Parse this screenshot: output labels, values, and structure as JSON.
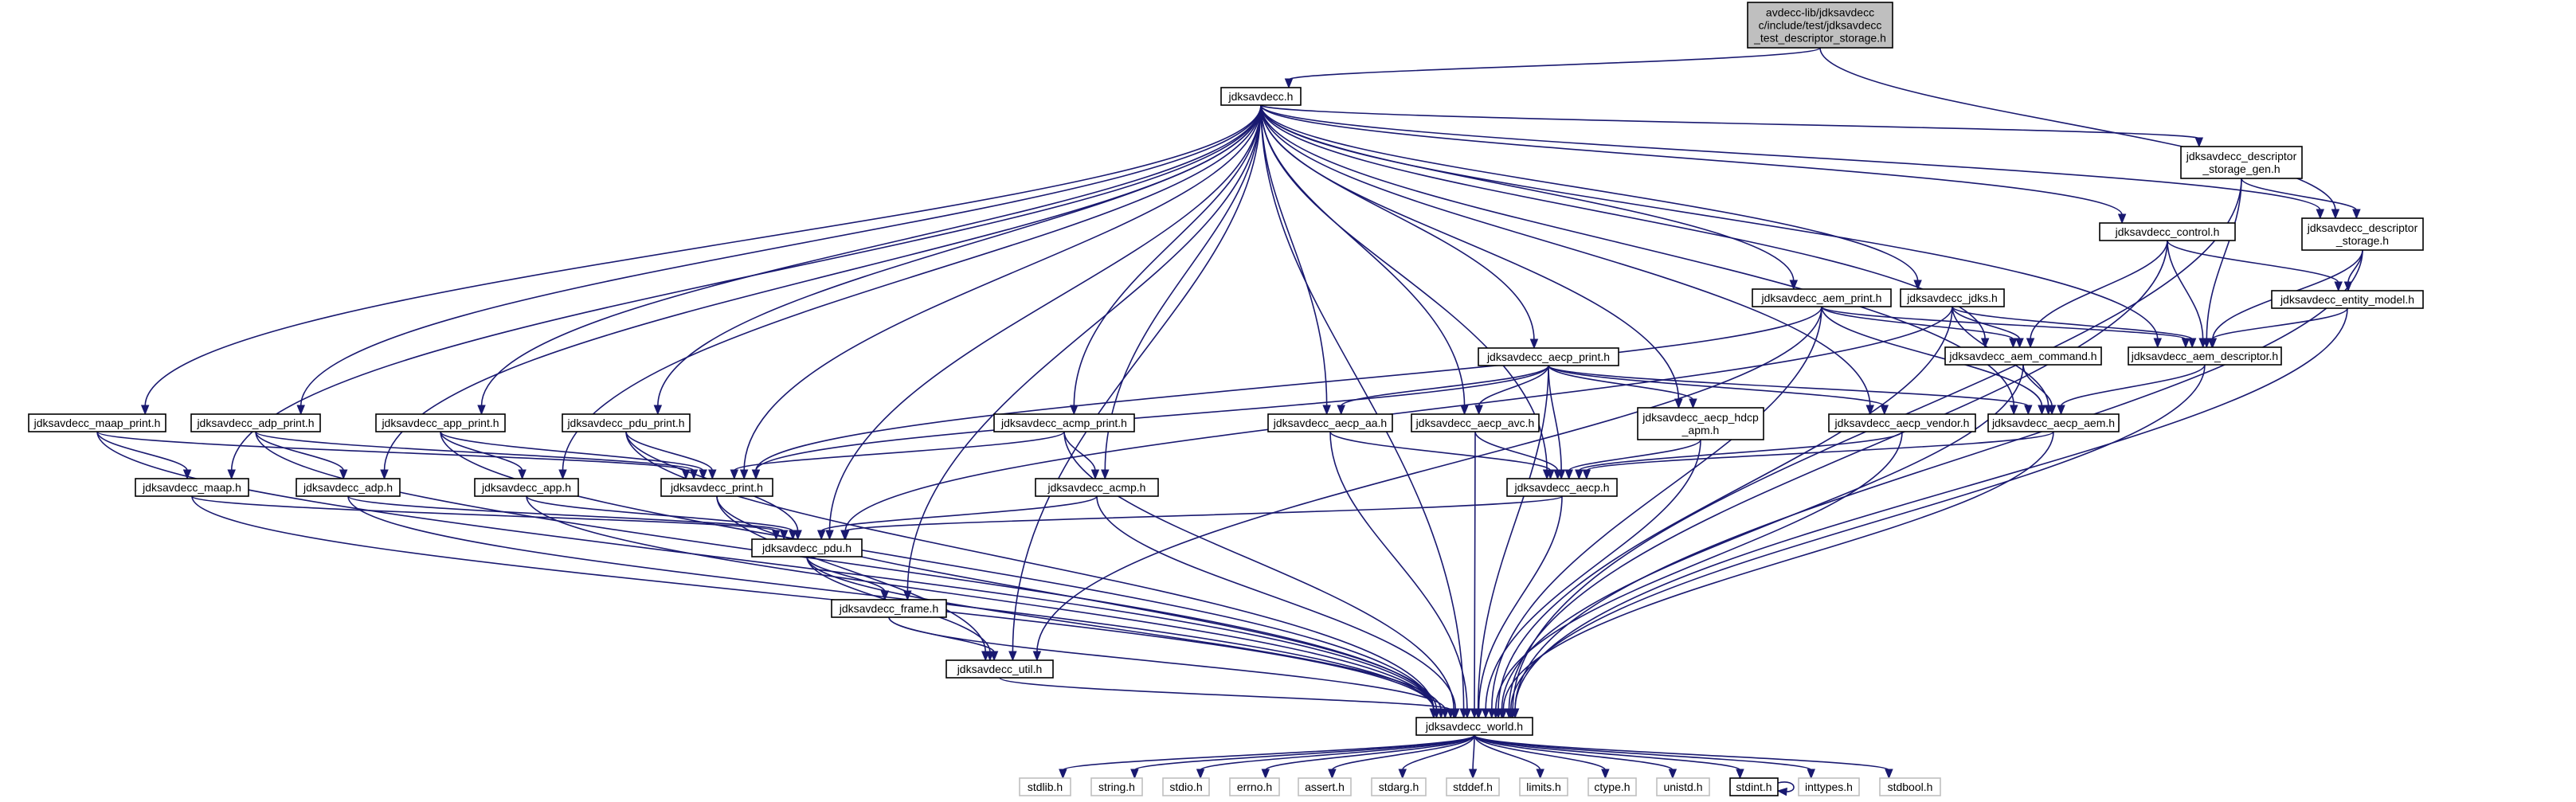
{
  "nodes": [
    {
      "id": "root",
      "lines": [
        "avdecc-lib/jdksavdecc",
        "c/include/test/jdksavdecc",
        "_test_descriptor_storage.h"
      ],
      "style": "root"
    },
    {
      "id": "jdksavdecc",
      "lines": [
        "jdksavdecc.h"
      ]
    },
    {
      "id": "descriptor_storage_gen",
      "lines": [
        "jdksavdecc_descriptor",
        "_storage_gen.h"
      ]
    },
    {
      "id": "descriptor_storage",
      "lines": [
        "jdksavdecc_descriptor",
        "_storage.h"
      ]
    },
    {
      "id": "control",
      "lines": [
        "jdksavdecc_control.h"
      ]
    },
    {
      "id": "entity_model",
      "lines": [
        "jdksavdecc_entity_model.h"
      ]
    },
    {
      "id": "aem_print",
      "lines": [
        "jdksavdecc_aem_print.h"
      ]
    },
    {
      "id": "jdks",
      "lines": [
        "jdksavdecc_jdks.h"
      ]
    },
    {
      "id": "aem_command",
      "lines": [
        "jdksavdecc_aem_command.h"
      ]
    },
    {
      "id": "aem_descriptor",
      "lines": [
        "jdksavdecc_aem_descriptor.h"
      ]
    },
    {
      "id": "aecp_print",
      "lines": [
        "jdksavdecc_aecp_print.h"
      ]
    },
    {
      "id": "maap_print",
      "lines": [
        "jdksavdecc_maap_print.h"
      ]
    },
    {
      "id": "adp_print",
      "lines": [
        "jdksavdecc_adp_print.h"
      ]
    },
    {
      "id": "app_print",
      "lines": [
        "jdksavdecc_app_print.h"
      ]
    },
    {
      "id": "pdu_print",
      "lines": [
        "jdksavdecc_pdu_print.h"
      ]
    },
    {
      "id": "acmp_print",
      "lines": [
        "jdksavdecc_acmp_print.h"
      ]
    },
    {
      "id": "aecp_aa",
      "lines": [
        "jdksavdecc_aecp_aa.h"
      ]
    },
    {
      "id": "aecp_avc",
      "lines": [
        "jdksavdecc_aecp_avc.h"
      ]
    },
    {
      "id": "aecp_hdcp",
      "lines": [
        "jdksavdecc_aecp_hdcp",
        "_apm.h"
      ]
    },
    {
      "id": "aecp_vendor",
      "lines": [
        "jdksavdecc_aecp_vendor.h"
      ]
    },
    {
      "id": "aecp_aem",
      "lines": [
        "jdksavdecc_aecp_aem.h"
      ]
    },
    {
      "id": "maap",
      "lines": [
        "jdksavdecc_maap.h"
      ]
    },
    {
      "id": "adp",
      "lines": [
        "jdksavdecc_adp.h"
      ]
    },
    {
      "id": "app",
      "lines": [
        "jdksavdecc_app.h"
      ]
    },
    {
      "id": "print",
      "lines": [
        "jdksavdecc_print.h"
      ]
    },
    {
      "id": "acmp",
      "lines": [
        "jdksavdecc_acmp.h"
      ]
    },
    {
      "id": "aecp",
      "lines": [
        "jdksavdecc_aecp.h"
      ]
    },
    {
      "id": "pdu",
      "lines": [
        "jdksavdecc_pdu.h"
      ]
    },
    {
      "id": "frame",
      "lines": [
        "jdksavdecc_frame.h"
      ]
    },
    {
      "id": "util",
      "lines": [
        "jdksavdecc_util.h"
      ]
    },
    {
      "id": "world",
      "lines": [
        "jdksavdecc_world.h"
      ]
    },
    {
      "id": "stdlib",
      "lines": [
        "stdlib.h"
      ],
      "style": "sys"
    },
    {
      "id": "string",
      "lines": [
        "string.h"
      ],
      "style": "sys"
    },
    {
      "id": "stdio",
      "lines": [
        "stdio.h"
      ],
      "style": "sys"
    },
    {
      "id": "errno",
      "lines": [
        "errno.h"
      ],
      "style": "sys"
    },
    {
      "id": "assert",
      "lines": [
        "assert.h"
      ],
      "style": "sys"
    },
    {
      "id": "stdarg",
      "lines": [
        "stdarg.h"
      ],
      "style": "sys"
    },
    {
      "id": "stddef",
      "lines": [
        "stddef.h"
      ],
      "style": "sys"
    },
    {
      "id": "limits",
      "lines": [
        "limits.h"
      ],
      "style": "sys"
    },
    {
      "id": "ctype",
      "lines": [
        "ctype.h"
      ],
      "style": "sys"
    },
    {
      "id": "unistd",
      "lines": [
        "unistd.h"
      ],
      "style": "sys"
    },
    {
      "id": "stdint",
      "lines": [
        "stdint.h"
      ]
    },
    {
      "id": "inttypes",
      "lines": [
        "inttypes.h"
      ],
      "style": "sys"
    },
    {
      "id": "stdbool",
      "lines": [
        "stdbool.h"
      ],
      "style": "sys"
    }
  ],
  "edges": [
    [
      "root",
      "jdksavdecc"
    ],
    [
      "root",
      "descriptor_storage"
    ],
    [
      "jdksavdecc",
      "descriptor_storage_gen"
    ],
    [
      "jdksavdecc",
      "descriptor_storage"
    ],
    [
      "jdksavdecc",
      "control"
    ],
    [
      "jdksavdecc",
      "aem_print"
    ],
    [
      "jdksavdecc",
      "jdks"
    ],
    [
      "jdksavdecc",
      "aem_command"
    ],
    [
      "jdksavdecc",
      "aem_descriptor"
    ],
    [
      "jdksavdecc",
      "aecp_print"
    ],
    [
      "jdksavdecc",
      "maap_print"
    ],
    [
      "jdksavdecc",
      "adp_print"
    ],
    [
      "jdksavdecc",
      "app_print"
    ],
    [
      "jdksavdecc",
      "pdu_print"
    ],
    [
      "jdksavdecc",
      "acmp_print"
    ],
    [
      "jdksavdecc",
      "aecp_aa"
    ],
    [
      "jdksavdecc",
      "aecp_avc"
    ],
    [
      "jdksavdecc",
      "aecp_hdcp"
    ],
    [
      "jdksavdecc",
      "aecp_vendor"
    ],
    [
      "jdksavdecc",
      "aecp_aem"
    ],
    [
      "jdksavdecc",
      "maap"
    ],
    [
      "jdksavdecc",
      "adp"
    ],
    [
      "jdksavdecc",
      "app"
    ],
    [
      "jdksavdecc",
      "print"
    ],
    [
      "jdksavdecc",
      "acmp"
    ],
    [
      "jdksavdecc",
      "aecp"
    ],
    [
      "jdksavdecc",
      "pdu"
    ],
    [
      "jdksavdecc",
      "frame"
    ],
    [
      "jdksavdecc",
      "util"
    ],
    [
      "jdksavdecc",
      "world"
    ],
    [
      "descriptor_storage_gen",
      "descriptor_storage"
    ],
    [
      "descriptor_storage_gen",
      "aem_descriptor"
    ],
    [
      "descriptor_storage_gen",
      "world"
    ],
    [
      "descriptor_storage",
      "entity_model"
    ],
    [
      "descriptor_storage",
      "aem_descriptor"
    ],
    [
      "descriptor_storage",
      "world"
    ],
    [
      "control",
      "entity_model"
    ],
    [
      "control",
      "aem_command"
    ],
    [
      "control",
      "aem_descriptor"
    ],
    [
      "control",
      "world"
    ],
    [
      "entity_model",
      "aem_descriptor"
    ],
    [
      "entity_model",
      "world"
    ],
    [
      "aem_print",
      "aem_command"
    ],
    [
      "aem_print",
      "aem_descriptor"
    ],
    [
      "aem_print",
      "aecp_aem"
    ],
    [
      "aem_print",
      "print"
    ],
    [
      "aem_print",
      "util"
    ],
    [
      "aem_print",
      "world"
    ],
    [
      "jdks",
      "aem_command"
    ],
    [
      "jdks",
      "aem_descriptor"
    ],
    [
      "jdks",
      "aecp_aem"
    ],
    [
      "jdks",
      "pdu"
    ],
    [
      "jdks",
      "world"
    ],
    [
      "aem_command",
      "aecp_aem"
    ],
    [
      "aem_command",
      "world"
    ],
    [
      "aem_descriptor",
      "aecp_aem"
    ],
    [
      "aem_descriptor",
      "world"
    ],
    [
      "aecp_print",
      "aecp_aa"
    ],
    [
      "aecp_print",
      "aecp_avc"
    ],
    [
      "aecp_print",
      "aecp_hdcp"
    ],
    [
      "aecp_print",
      "aecp_vendor"
    ],
    [
      "aecp_print",
      "aecp_aem"
    ],
    [
      "aecp_print",
      "aecp"
    ],
    [
      "aecp_print",
      "print"
    ],
    [
      "aecp_print",
      "world"
    ],
    [
      "maap_print",
      "maap"
    ],
    [
      "maap_print",
      "print"
    ],
    [
      "maap_print",
      "world"
    ],
    [
      "adp_print",
      "adp"
    ],
    [
      "adp_print",
      "print"
    ],
    [
      "adp_print",
      "world"
    ],
    [
      "app_print",
      "app"
    ],
    [
      "app_print",
      "print"
    ],
    [
      "app_print",
      "world"
    ],
    [
      "pdu_print",
      "pdu"
    ],
    [
      "pdu_print",
      "print"
    ],
    [
      "pdu_print",
      "world"
    ],
    [
      "acmp_print",
      "acmp"
    ],
    [
      "acmp_print",
      "print"
    ],
    [
      "acmp_print",
      "world"
    ],
    [
      "aecp_aa",
      "aecp"
    ],
    [
      "aecp_aa",
      "world"
    ],
    [
      "aecp_avc",
      "aecp"
    ],
    [
      "aecp_avc",
      "world"
    ],
    [
      "aecp_hdcp",
      "aecp"
    ],
    [
      "aecp_hdcp",
      "world"
    ],
    [
      "aecp_vendor",
      "aecp"
    ],
    [
      "aecp_vendor",
      "world"
    ],
    [
      "aecp_aem",
      "aecp"
    ],
    [
      "aecp_aem",
      "world"
    ],
    [
      "maap",
      "pdu"
    ],
    [
      "maap",
      "world"
    ],
    [
      "adp",
      "pdu"
    ],
    [
      "adp",
      "world"
    ],
    [
      "app",
      "pdu"
    ],
    [
      "app",
      "world"
    ],
    [
      "print",
      "util"
    ],
    [
      "print",
      "world"
    ],
    [
      "acmp",
      "pdu"
    ],
    [
      "acmp",
      "world"
    ],
    [
      "aecp",
      "pdu"
    ],
    [
      "aecp",
      "world"
    ],
    [
      "pdu",
      "frame"
    ],
    [
      "pdu",
      "util"
    ],
    [
      "pdu",
      "world"
    ],
    [
      "frame",
      "util"
    ],
    [
      "frame",
      "world"
    ],
    [
      "util",
      "world"
    ],
    [
      "world",
      "stdlib"
    ],
    [
      "world",
      "string"
    ],
    [
      "world",
      "stdio"
    ],
    [
      "world",
      "errno"
    ],
    [
      "world",
      "assert"
    ],
    [
      "world",
      "stdarg"
    ],
    [
      "world",
      "stddef"
    ],
    [
      "world",
      "limits"
    ],
    [
      "world",
      "ctype"
    ],
    [
      "world",
      "unistd"
    ],
    [
      "world",
      "stdint"
    ],
    [
      "world",
      "inttypes"
    ],
    [
      "world",
      "stdbool"
    ],
    [
      "stdint",
      "stdint"
    ]
  ]
}
